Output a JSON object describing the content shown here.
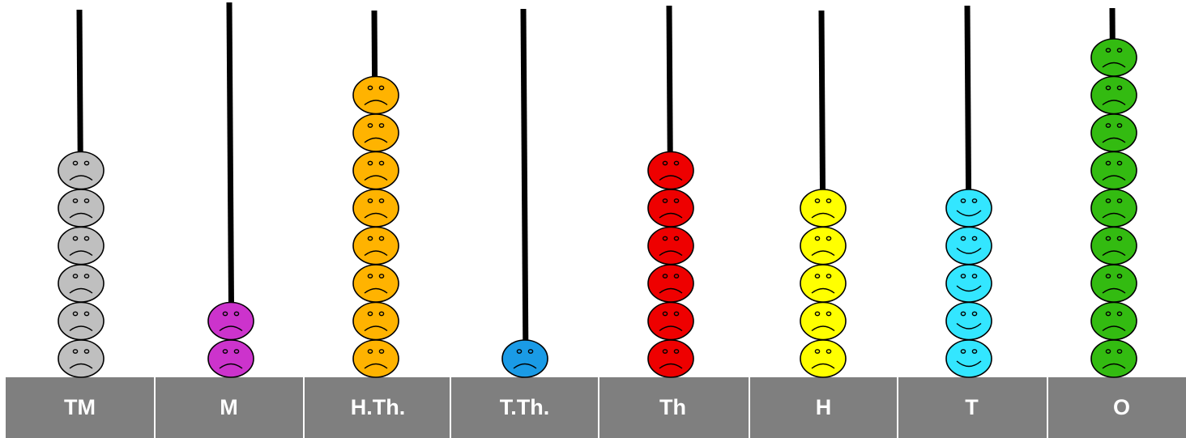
{
  "abacus": {
    "rods": [
      {
        "label": "TM",
        "beads": 6,
        "color": "#bfbfbf",
        "face": "sad"
      },
      {
        "label": "M",
        "beads": 2,
        "color": "#cc33cc",
        "face": "sad"
      },
      {
        "label": "H.Th.",
        "beads": 8,
        "color": "#ffb300",
        "face": "sad"
      },
      {
        "label": "T.Th.",
        "beads": 1,
        "color": "#1a9be6",
        "face": "sad"
      },
      {
        "label": "Th",
        "beads": 6,
        "color": "#ee0000",
        "face": "sad"
      },
      {
        "label": "H",
        "beads": 5,
        "color": "#ffff00",
        "face": "sad"
      },
      {
        "label": "T",
        "beads": 5,
        "color": "#33e6ff",
        "face": "happy"
      },
      {
        "label": "O",
        "beads": 9,
        "color": "#33bb11",
        "face": "sad"
      }
    ],
    "base_color": "#7f7f7f",
    "rod_color": "#000000"
  }
}
